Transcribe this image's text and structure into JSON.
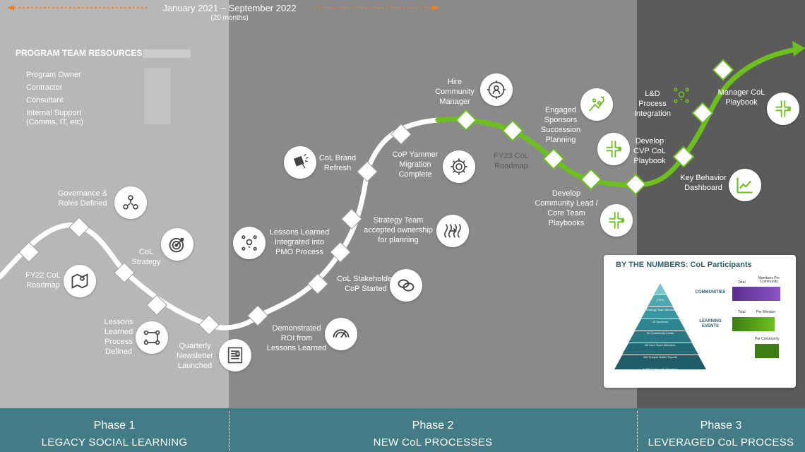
{
  "header": {
    "date_range": "January 2021 – September 2022",
    "duration": "(20 months)"
  },
  "resources": {
    "title": "PROGRAM TEAM RESOURCES -",
    "items": [
      "Program Owner",
      "Contractor",
      "Consultant",
      "Internal Support\n(Comms, IT, etc)"
    ]
  },
  "milestones": {
    "fy22_roadmap": "FY22 CoL\nRoadmap",
    "governance": "Governance &\nRoles Defined",
    "col_strategy": "CoL\nStrategy",
    "lessons_process": "Lessons\nLearned\nProcess\nDefined",
    "newsletter": "Quarterly\nNewsletter\nLaunched",
    "roi": "Demonstrated\nROI from\nLessons Learned",
    "stakeholder": "CoL Stakeholder\nCoP Started",
    "lessons_pmo": "Lessons Learned\nIntegrated into\nPMO Process",
    "strategy_team": "Strategy Team\naccepted ownership\nfor planning",
    "brand_refresh": "CoL Brand\nRefresh",
    "yammer": "CoP Yammer\nMigration\nComplete",
    "hire_manager": "Hire\nCommunity\nManager",
    "fy23_roadmap": "FY23 CoL\nRoadmap",
    "sponsors": "Engaged\nSponsors\nSuccession\nPlanning",
    "community_lead": "Develop\nCommunity Lead /\nCore Team\nPlaybooks",
    "cvp_playbook": "Develop\nCVP CoL\nPlaybook",
    "ld_process": "L&D\nProcess\nIntegration",
    "key_behavior": "Key Behavior\nDashboard",
    "manager_playbook": "Manager CoL\nPlaybook"
  },
  "by_numbers": {
    "title": "BY THE NUMBERS: CoL Participants",
    "communities_label": "COMMUNITIES",
    "learning_label": "LEARNING\nEVENTS",
    "col_total": "Total",
    "col_members_per": "Members Per\nCommunity",
    "col_per_member": "Per Member",
    "col_per_community": "Per Community",
    "pyramid": [
      "CVPs",
      "Strategy Team Members",
      "Sponsors",
      "Community Leads",
      "Core Team Members",
      "Subject Matter Experts",
      "Community Members"
    ],
    "pyramid_values": [
      "",
      "5",
      "18",
      "60",
      "80",
      "260",
      "3,265"
    ]
  },
  "phases": [
    {
      "number": "Phase 1",
      "title": "LEGACY SOCIAL LEARNING"
    },
    {
      "number": "Phase 2",
      "title": "NEW CoL PROCESSES"
    },
    {
      "number": "Phase 3",
      "title": "LEVERAGED CoL PROCESS"
    }
  ],
  "colors": {
    "phase1": "#b7b7b7",
    "phase2": "#8a8a8a",
    "phase3": "#5b5b5b",
    "footer": "#437c87",
    "accent_green": "#6cbf1f",
    "arrow_orange": "#f07f1a"
  }
}
